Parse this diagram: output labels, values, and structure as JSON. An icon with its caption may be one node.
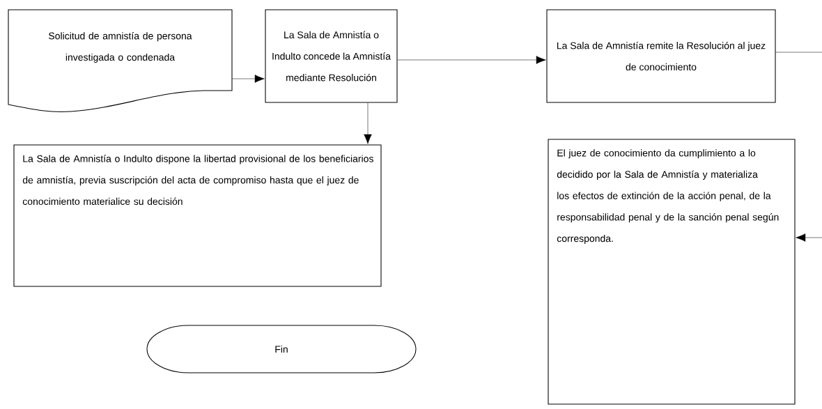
{
  "diagram": {
    "nodes": [
      {
        "text": [
          "Solicitud de amnistía de persona investigada o condenada"
        ]
      },
      {
        "text": [
          "La Sala de Amnistía o Indulto concede la Amnistía mediante Resolución"
        ]
      },
      {
        "text": [
          "La Sala de Amnistía remite la Resolución al juez de conocimiento"
        ]
      },
      {
        "text": [
          "La Sala de Amnistía o Indulto dispone la libertad provisional de los beneficiarios de amnistía,  previa suscripción del acta de compromiso  hasta que el juez de conocimiento materialice su decisión"
        ]
      },
      {
        "text": [
          "El juez de conocimiento da cumplimiento a lo decidido por la Sala de Amnistía  y materializa los efectos de extinción de la acción penal, de la responsabilidad penal y de la sanción penal según corresponda."
        ]
      },
      {
        "text": [
          "Fin"
        ]
      }
    ],
    "edges": [
      {
        "from": 0,
        "to": 1,
        "arrow": "to"
      },
      {
        "from": 1,
        "to": 2,
        "arrow": "to"
      },
      {
        "from": 1,
        "to": 3,
        "arrow": "to"
      },
      {
        "from": 2,
        "to": null,
        "arrow": "none"
      },
      {
        "from": null,
        "to": 4,
        "arrow": "to"
      }
    ]
  }
}
